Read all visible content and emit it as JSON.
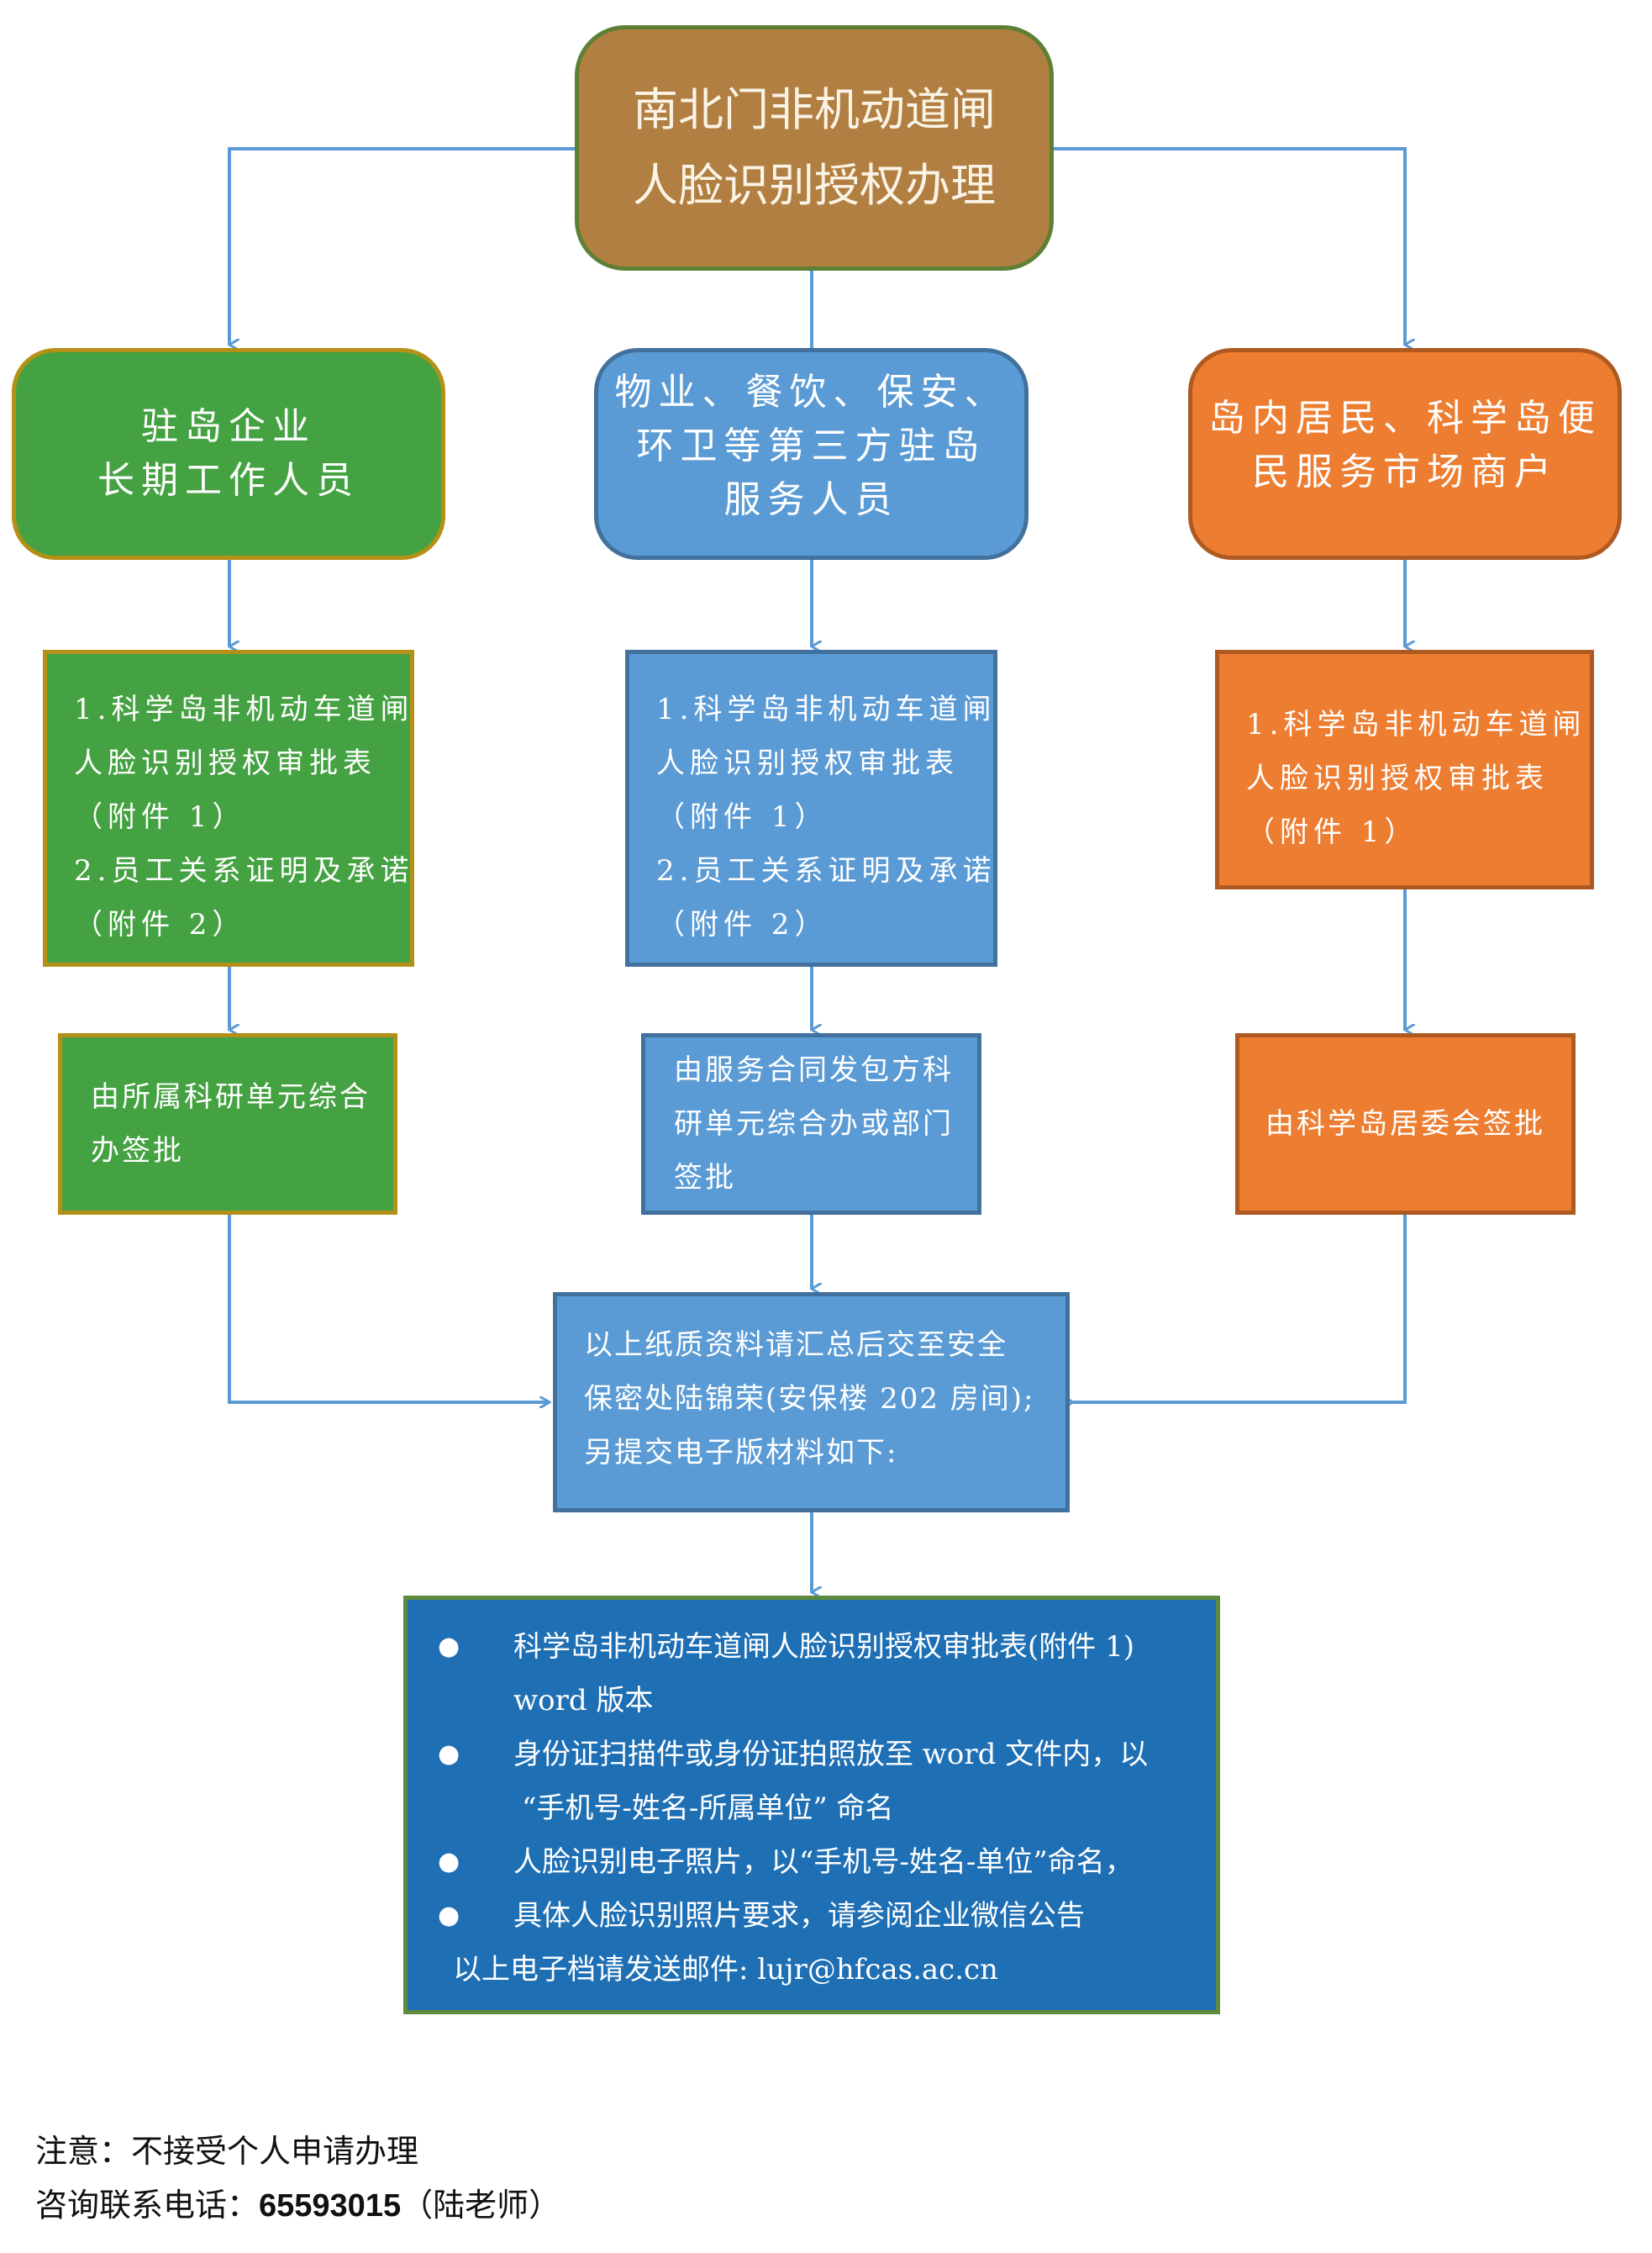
{
  "title": {
    "line1": "南北门非机动道闸",
    "line2": "人脸识别授权办理"
  },
  "categories": [
    {
      "id": "enterprise",
      "color": "#45a242",
      "label_lines": [
        "驻岛企业",
        "长期工作人员"
      ],
      "documents": [
        "1.科学岛非机动车道闸",
        "人脸识别授权审批表",
        "（附件 1）",
        "2.员工关系证明及承诺",
        "（附件 2）"
      ],
      "approval_lines": [
        "由所属科研单元综合",
        "办签批"
      ]
    },
    {
      "id": "third-party",
      "color": "#5b9bd5",
      "label_lines": [
        "物业、餐饮、保安、",
        "环卫等第三方驻岛",
        "服务人员"
      ],
      "documents": [
        "1.科学岛非机动车道闸",
        "人脸识别授权审批表",
        "（附件 1）",
        "2.员工关系证明及承诺",
        "（附件 2）"
      ],
      "approval_lines": [
        "由服务合同发包方科",
        "研单元综合办或部门",
        "签批"
      ]
    },
    {
      "id": "residents",
      "color": "#ed7d31",
      "label_lines": [
        "岛内居民、科学岛便",
        "民服务市场商户"
      ],
      "documents": [
        "1.科学岛非机动车道闸",
        "人脸识别授权审批表",
        "（附件 1）"
      ],
      "approval_lines": [
        "由科学岛居委会签批"
      ]
    }
  ],
  "summary": {
    "lines": [
      "以上纸质资料请汇总后交至安全",
      "保密处陆锦荣(安保楼 202 房间);",
      "另提交电子版材料如下:"
    ]
  },
  "electronic": {
    "items": [
      {
        "bullet": "●",
        "text": "科学岛非机动车道闸人脸识别授权审批表(附件 1)",
        "cont": "word 版本"
      },
      {
        "bullet": "●",
        "text": "身份证扫描件或身份证拍照放至 word 文件内，以",
        "cont": "“手机号-姓名-所属单位” 命名"
      },
      {
        "bullet": "●",
        "text": "人脸识别电子照片，以“手机号-姓名-单位”命名，",
        "cont": ""
      },
      {
        "bullet": "●",
        "text": "具体人脸识别照片要求，请参阅企业微信公告",
        "cont": ""
      }
    ],
    "email_prefix": "以上电子档请发送邮件: ",
    "email": "lujr@hfcas.ac.cn"
  },
  "footer": {
    "notice": "注意：不接受个人申请办理",
    "contact_label": "咨询联系电话：",
    "phone": "65593015",
    "contact_person": "（陆老师）"
  },
  "colors": {
    "connector": "#5b9bd5",
    "title_fill": "#b17f42",
    "list_fill": "#1f6fb5"
  }
}
